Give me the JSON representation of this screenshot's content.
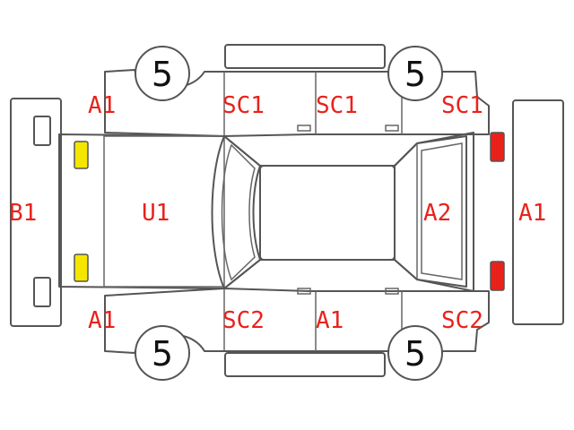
{
  "colors": {
    "label": "#e8221b",
    "outline": "#555555",
    "front_lamp": "#f5e600",
    "rear_lamp": "#e8221b"
  },
  "tires": {
    "front_left": "5",
    "rear_left": "5",
    "front_right": "5",
    "rear_right": "5"
  },
  "labels": {
    "front_bumper": "B1",
    "hood": "U1",
    "front_fender_top": "A1",
    "front_fender_bottom": "A1",
    "front_door_top": "SC1",
    "rear_door_top": "SC1",
    "rear_fender_top": "SC1",
    "front_door_bottom": "SC2",
    "rear_door_bottom": "A1",
    "rear_fender_bottom": "SC2",
    "back_door": "A2",
    "rear_bumper": "A1"
  }
}
